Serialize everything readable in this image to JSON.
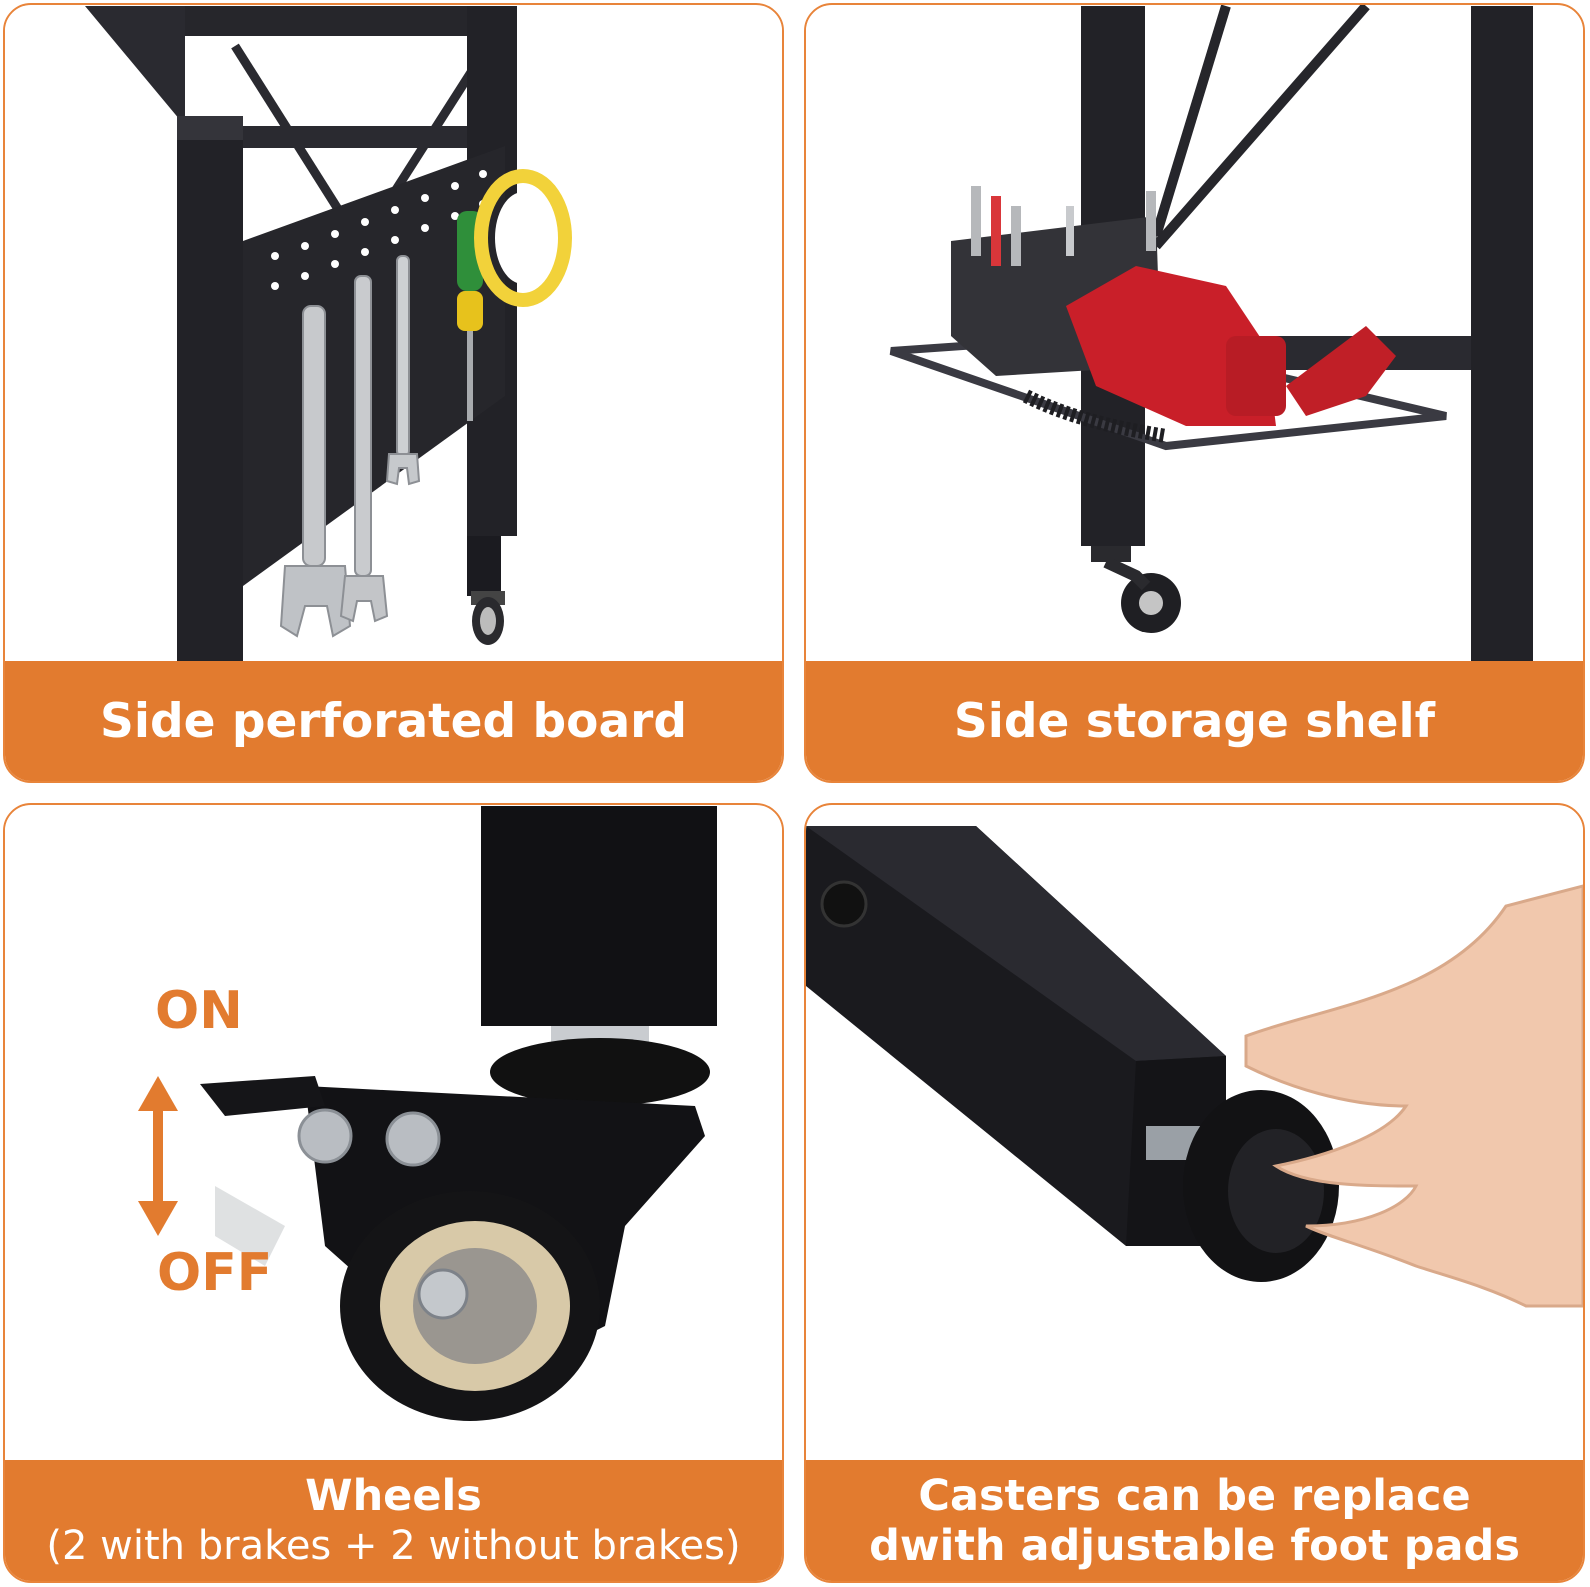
{
  "panels": {
    "perforated_board": {
      "caption": "Side perforated board"
    },
    "storage_shelf": {
      "caption": "Side storage shelf"
    },
    "wheels": {
      "caption_line1": "Wheels",
      "caption_line2": "(2 with brakes + 2 without brakes)",
      "brake_on_label": "ON",
      "brake_off_label": "OFF"
    },
    "foot_pads": {
      "caption_line1": "Casters can be replace",
      "caption_line2": "dwith adjustable foot pads"
    }
  },
  "colors": {
    "accent_orange": "#e27b2f",
    "frame_black": "#1f1f24",
    "background": "#ffffff"
  },
  "icons": [
    "wrench-icon",
    "screwdriver-icon",
    "tape-roll-icon",
    "caster-wheel-icon",
    "double-arrow-icon",
    "foot-pad-icon",
    "hand-icon"
  ]
}
